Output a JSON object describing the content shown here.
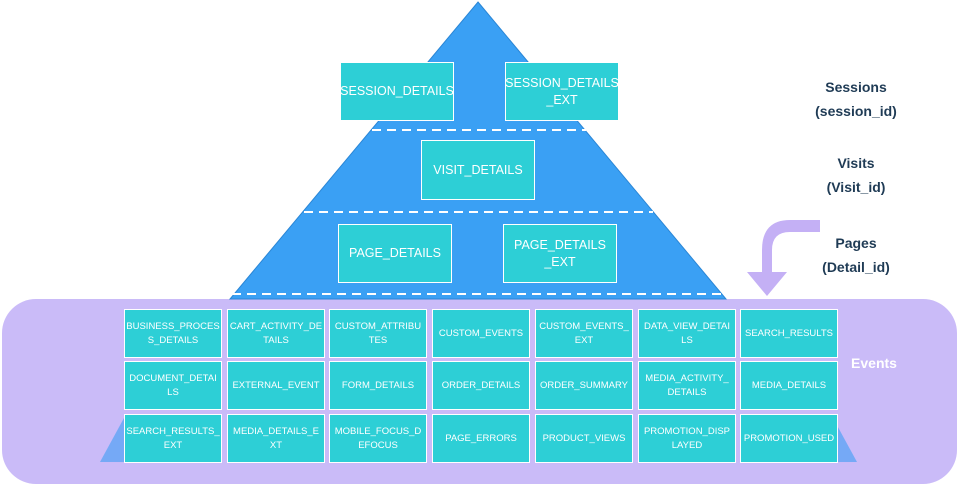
{
  "levels": [
    {
      "label": "Sessions",
      "sub": "(session_id)"
    },
    {
      "label": "Visits",
      "sub": "(Visit_id)"
    },
    {
      "label": "Pages",
      "sub": "(Detail_id)"
    }
  ],
  "events_label": "Events",
  "tables": {
    "sessions": [
      "SESSION_DETAILS",
      "SESSION_DETAILS\n_EXT"
    ],
    "visits": [
      "VISIT_DETAILS"
    ],
    "pages": [
      "PAGE_DETAILS",
      "PAGE_DETAILS\n_EXT"
    ],
    "events": [
      [
        "BUSINESS_PROCES\nS_DETAILS",
        "CART_ACTIVITY_DE\nTAILS",
        "CUSTOM_ATTRIBU\nTES",
        "CUSTOM_EVENTS",
        "CUSTOM_EVENTS_\nEXT",
        "DATA_VIEW_DETAI\nLS",
        "SEARCH_RESULTS"
      ],
      [
        "DOCUMENT_DETAI\nLS",
        "EXTERNAL_EVENT",
        "FORM_DETAILS",
        "ORDER_DETAILS",
        "ORDER_SUMMARY",
        "MEDIA_ACTIVITY_\nDETAILS",
        "MEDIA_DETAILS"
      ],
      [
        "SEARCH_RESULTS_\nEXT",
        "MEDIA_DETAILS_E\nXT",
        "MOBILE_FOCUS_D\nEFOCUS",
        "PAGE_ERRORS",
        "PRODUCT_VIEWS",
        "PROMOTION_DISP\nLAYED",
        "PROMOTION_USED"
      ]
    ]
  },
  "colors": {
    "pyramid": "#3aa0f4",
    "pyramid_edge": "#2a86d6",
    "table_box": "#2dcfd6",
    "events_band": "#c6b6f7",
    "arrow": "#c4b0f5",
    "label_text": "#1f3b55"
  }
}
